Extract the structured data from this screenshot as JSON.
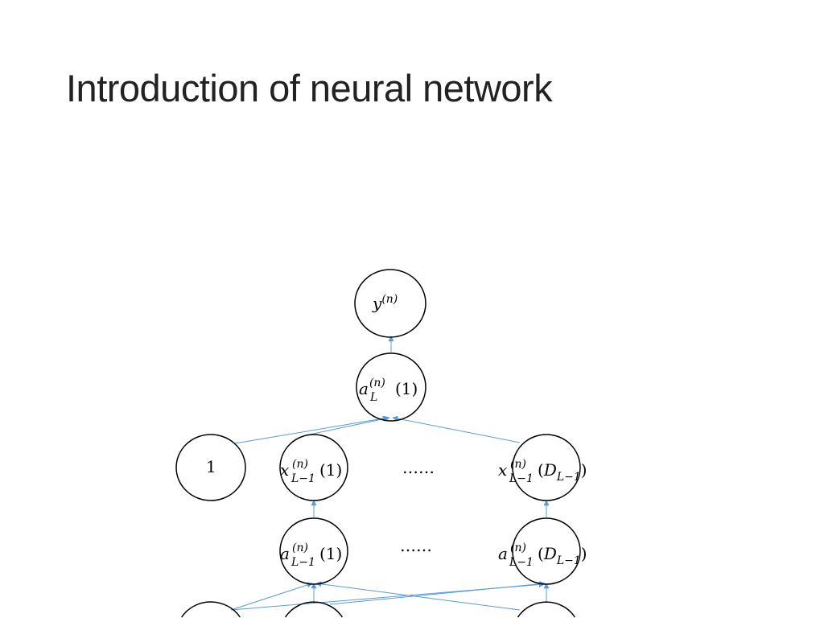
{
  "slide": {
    "title": "Introduction of neural network"
  },
  "diagram": {
    "edge_color": "#5b9bd5",
    "output": {
      "var": "y",
      "sup": "(n)"
    },
    "layer_L": {
      "var": "a",
      "sup": "(n)",
      "sub": "L",
      "arg": "(1)"
    },
    "bias": {
      "label": "1"
    },
    "x_first": {
      "var": "x",
      "sup": "(n)",
      "sub": "L−1",
      "arg": "(1)"
    },
    "x_last": {
      "var": "x",
      "sup": "(n)",
      "sub": "L−1",
      "arg_open": "(",
      "arg_var": "D",
      "arg_sub": "L−1",
      "arg_close": ")"
    },
    "a_first": {
      "var": "a",
      "sup": "(n)",
      "sub": "L−1",
      "arg": "(1)"
    },
    "a_last": {
      "var": "a",
      "sup": "(n)",
      "sub": "L−1",
      "arg_open": "(",
      "arg_var": "D",
      "arg_sub": "L−1",
      "arg_close": ")"
    },
    "ellipsis_x": "……",
    "ellipsis_a": "……"
  }
}
